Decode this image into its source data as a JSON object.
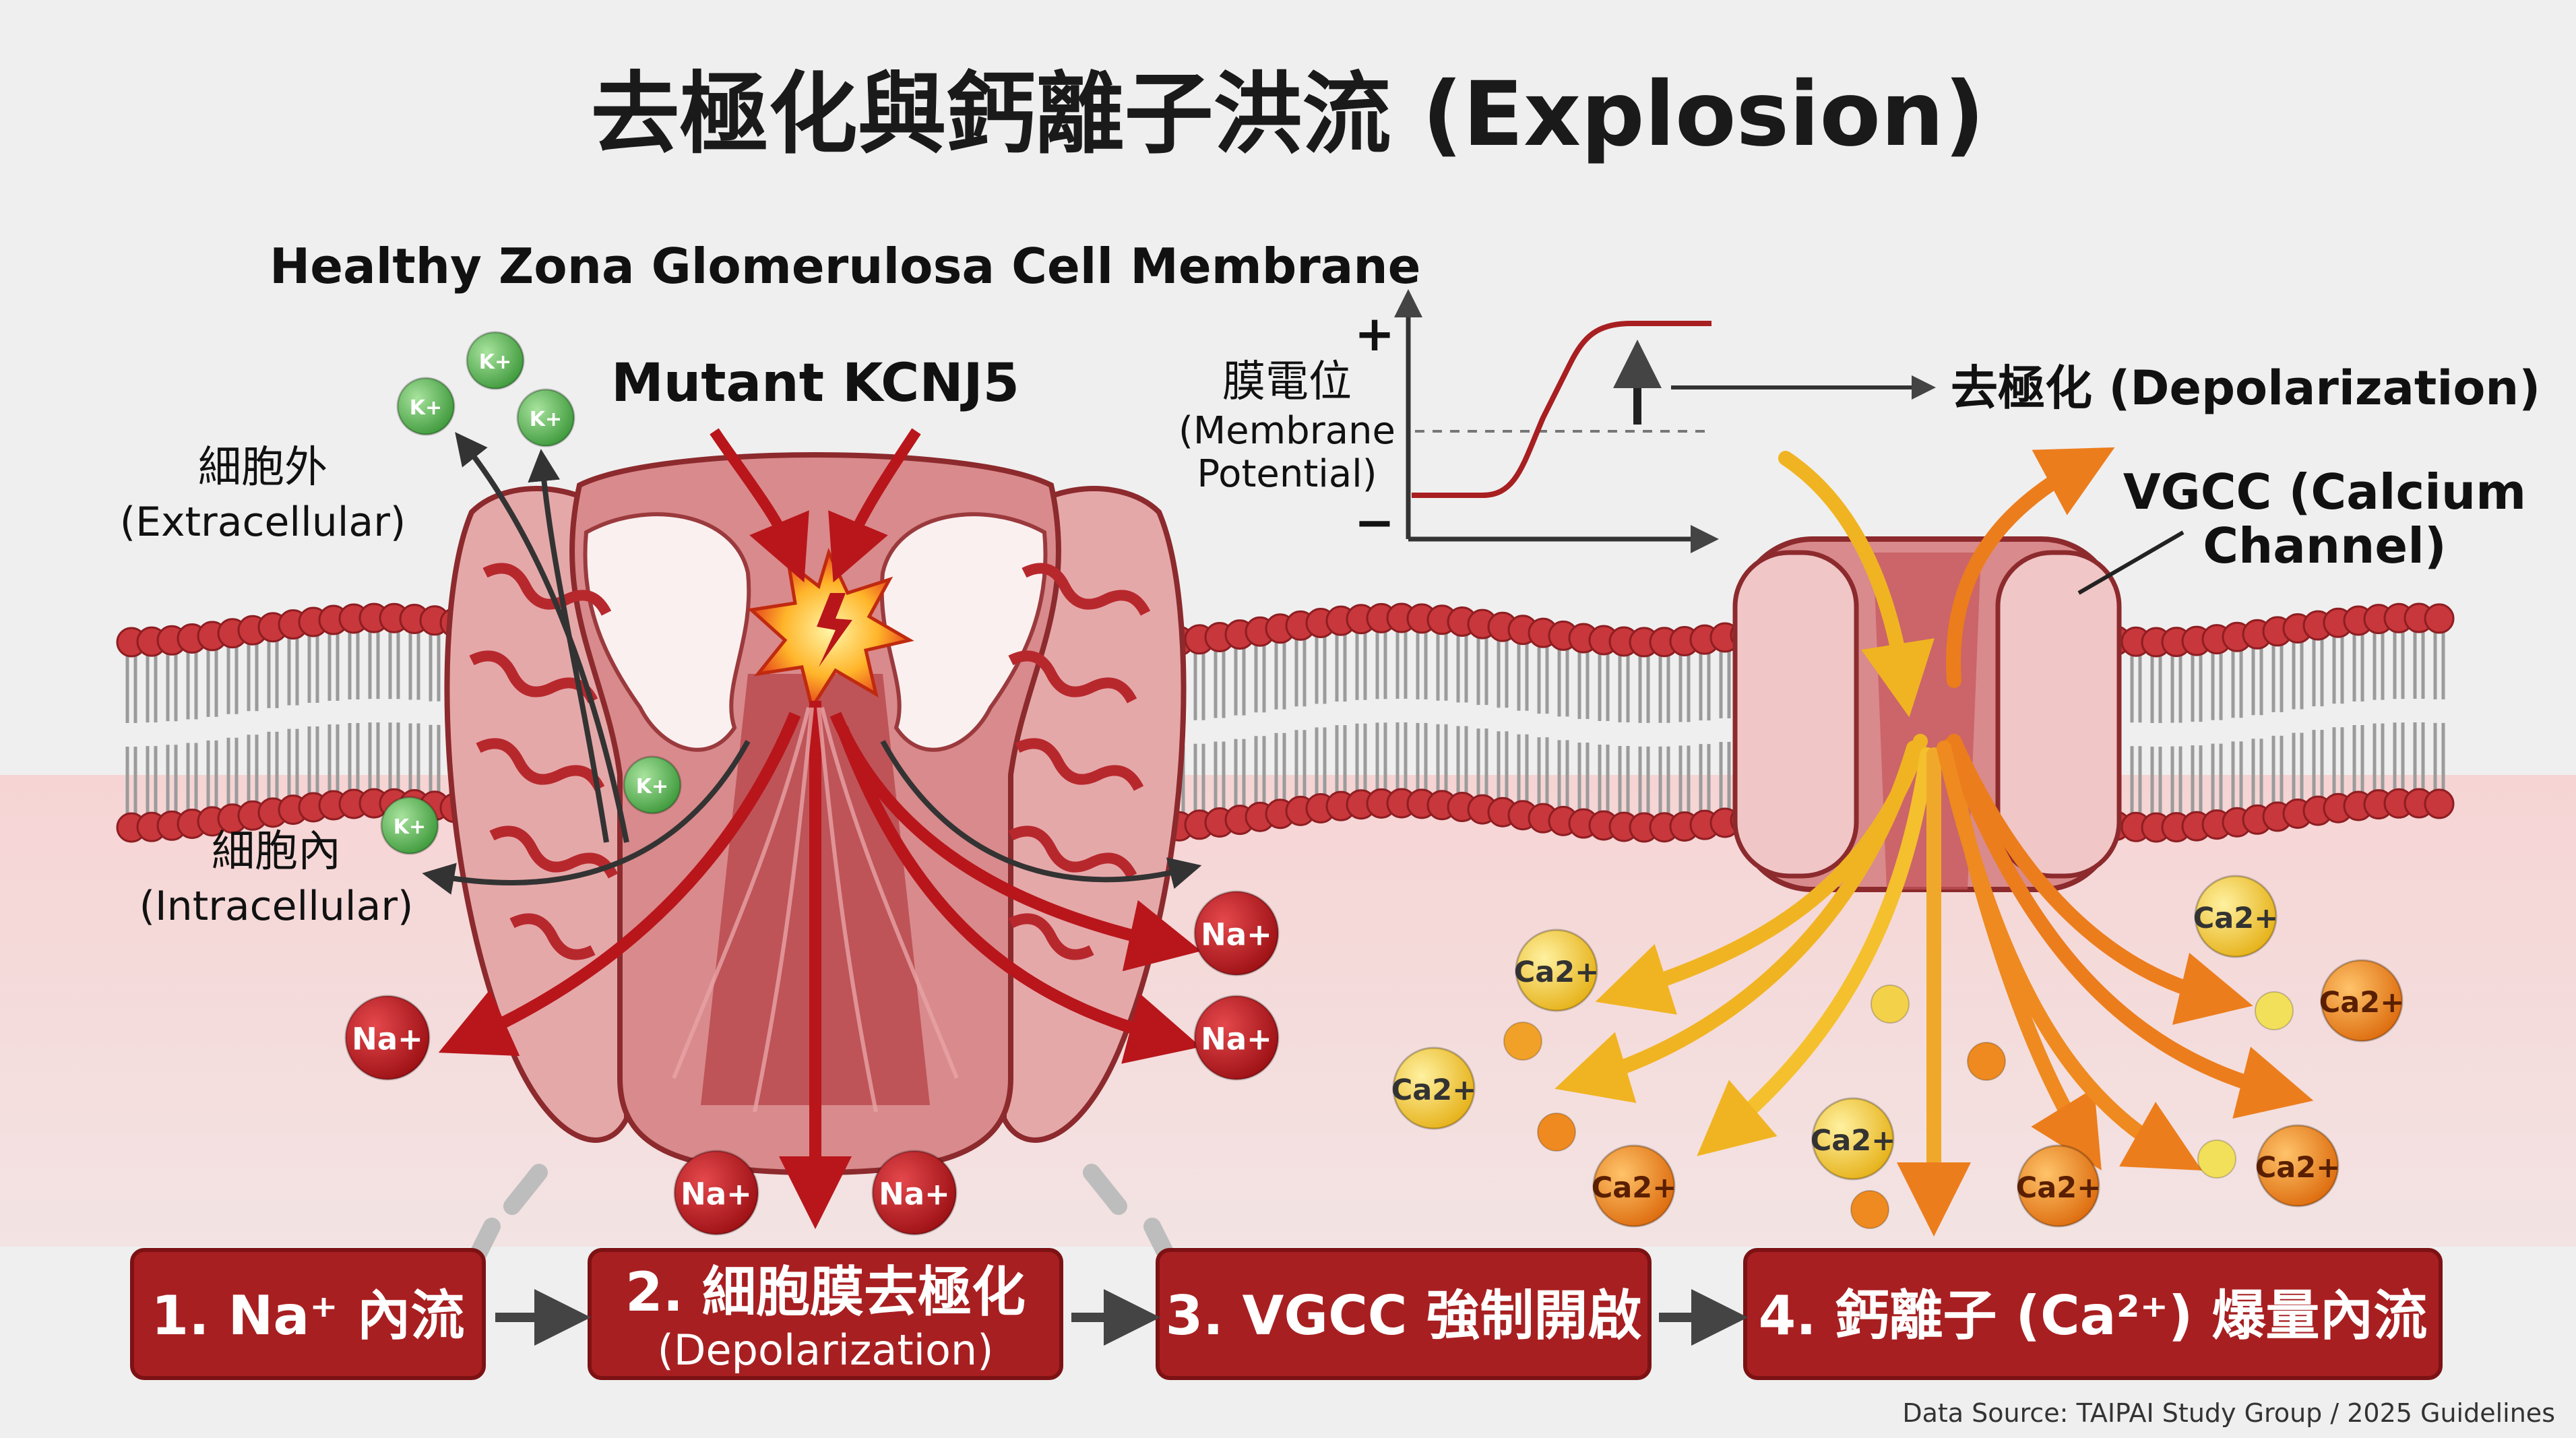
{
  "title": "去極化與鈣離子洪流 (Explosion)",
  "subtitle": "Healthy Zona Glomerulosa Cell Membrane",
  "labels": {
    "mutant": "Mutant KCNJ5",
    "extracellular_zh": "細胞外",
    "extracellular_en": "(Extracellular)",
    "intracellular_zh": "細胞內",
    "intracellular_en": "(Intracellular)",
    "membrane_potential_zh": "膜電位",
    "membrane_potential_en1": "(Membrane",
    "membrane_potential_en2": "Potential)",
    "plus": "+",
    "minus": "−",
    "depolarization": "去極化 (Depolarization)",
    "vgcc1": "VGCC (Calcium",
    "vgcc2": "Channel)"
  },
  "ions": {
    "k": [
      "K+",
      "K+",
      "K+",
      "K+",
      "K+"
    ],
    "na": [
      "Na+",
      "Na+",
      "Na+",
      "Na+",
      "Na+"
    ],
    "ca": [
      "Ca2+",
      "Ca2+",
      "Ca2+",
      "Ca2+",
      "Ca2+",
      "Ca2+",
      "Ca2+",
      "Ca2+"
    ]
  },
  "steps": [
    {
      "main": "1. Na⁺ 內流",
      "sub": ""
    },
    {
      "main": "2. 細胞膜去極化",
      "sub": "(Depolarization)"
    },
    {
      "main": "3. VGCC 強制開啟",
      "sub": ""
    },
    {
      "main": "4. 鈣離子 (Ca²⁺) 爆量內流",
      "sub": ""
    }
  ],
  "source": "Data Source: TAIPAI Study Group / 2025 Guidelines",
  "colors": {
    "membrane_head": "#c8373b",
    "channel": "#d98a8c",
    "arrow_red": "#b8161b",
    "k_green": "#5fb85a",
    "ca_yellow": "#f3c83a",
    "ca_orange": "#ee8a1f",
    "step_red": "#a81f21"
  }
}
